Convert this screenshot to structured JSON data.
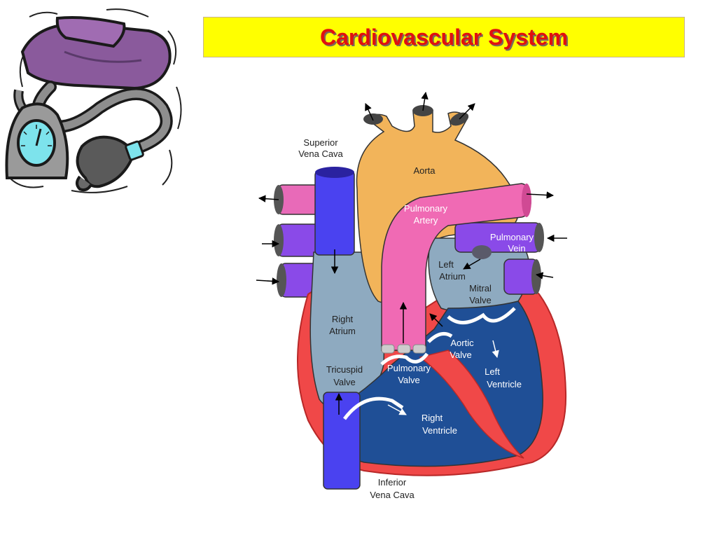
{
  "slide": {
    "title": "Cardiovascular System"
  },
  "colors": {
    "title_background": "#ffff00",
    "title_text": "#e01010",
    "aorta": "#f2b45a",
    "pulmonary_artery": "#f06ab4",
    "vena_cava": "#4a42f0",
    "pulmonary_vein": "#8a4ae8",
    "right_side_blood": "#8eaac0",
    "ventricle_blood": "#1f4f96",
    "heart_wall": "#f04848",
    "cuff": "#8a5a9c"
  },
  "icons": {
    "clipart": "blood-pressure-monitor-icon"
  },
  "labels": {
    "superior_vena_cava_1": "Superior",
    "superior_vena_cava_2": "Vena Cava",
    "aorta": "Aorta",
    "pulmonary_artery_1": "Pulmonary",
    "pulmonary_artery_2": "Artery",
    "pulmonary_vein_1": "Pulmonary",
    "pulmonary_vein_2": "Vein",
    "left_atrium_1": "Left",
    "left_atrium_2": "Atrium",
    "mitral_valve_1": "Mitral",
    "mitral_valve_2": "Valve",
    "right_atrium_1": "Right",
    "right_atrium_2": "Atrium",
    "aortic_valve_1": "Aortic",
    "aortic_valve_2": "Valve",
    "tricuspid_valve_1": "Tricuspid",
    "tricuspid_valve_2": "Valve",
    "pulmonary_valve_1": "Pulmonary",
    "pulmonary_valve_2": "Valve",
    "left_ventricle_1": "Left",
    "left_ventricle_2": "Ventricle",
    "right_ventricle_1": "Right",
    "right_ventricle_2": "Ventricle",
    "inferior_vena_cava_1": "Inferior",
    "inferior_vena_cava_2": "Vena Cava"
  }
}
